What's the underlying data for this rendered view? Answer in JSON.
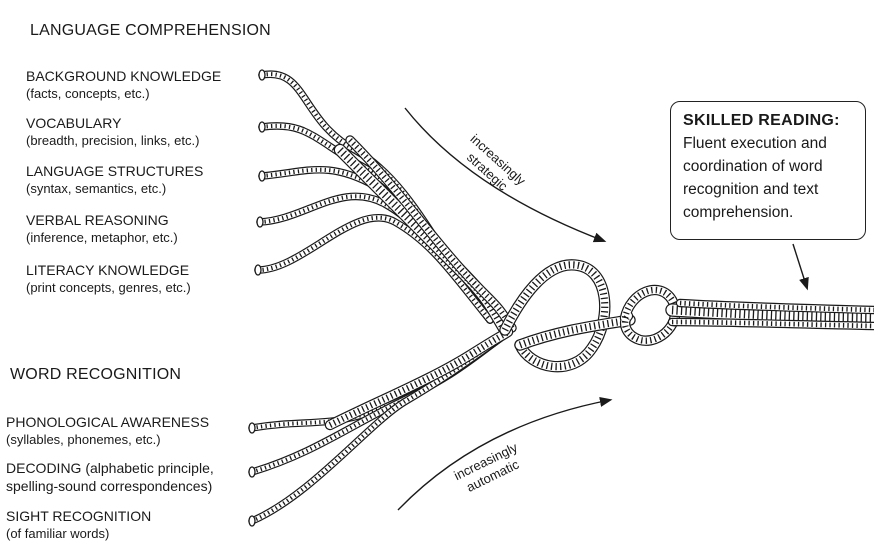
{
  "sections": {
    "language_comprehension": "LANGUAGE COMPREHENSION",
    "word_recognition": "WORD RECOGNITION"
  },
  "language_strands": [
    {
      "label": "BACKGROUND KNOWLEDGE",
      "detail": "(facts, concepts, etc.)"
    },
    {
      "label": "VOCABULARY",
      "detail": "(breadth, precision, links, etc.)"
    },
    {
      "label": "LANGUAGE STRUCTURES",
      "detail": "(syntax, semantics, etc.)"
    },
    {
      "label": "VERBAL REASONING",
      "detail": "(inference, metaphor, etc.)"
    },
    {
      "label": "LITERACY KNOWLEDGE",
      "detail": "(print concepts, genres, etc.)"
    }
  ],
  "word_strands": [
    {
      "label": "PHONOLOGICAL AWARENESS",
      "detail": "(syllables, phonemes, etc.)"
    },
    {
      "label": "DECODING (alphabetic principle,",
      "detail": "spelling-sound correspondences)"
    },
    {
      "label": "SIGHT RECOGNITION",
      "detail": "(of familiar words)"
    }
  ],
  "arrows": {
    "strategic": [
      "increasingly",
      "strategic"
    ],
    "automatic": [
      "increasingly",
      "automatic"
    ]
  },
  "callout": {
    "title": "SKILLED READING:",
    "body": [
      "Fluent execution and",
      "coordination of word",
      "recognition and text",
      "comprehension."
    ]
  }
}
